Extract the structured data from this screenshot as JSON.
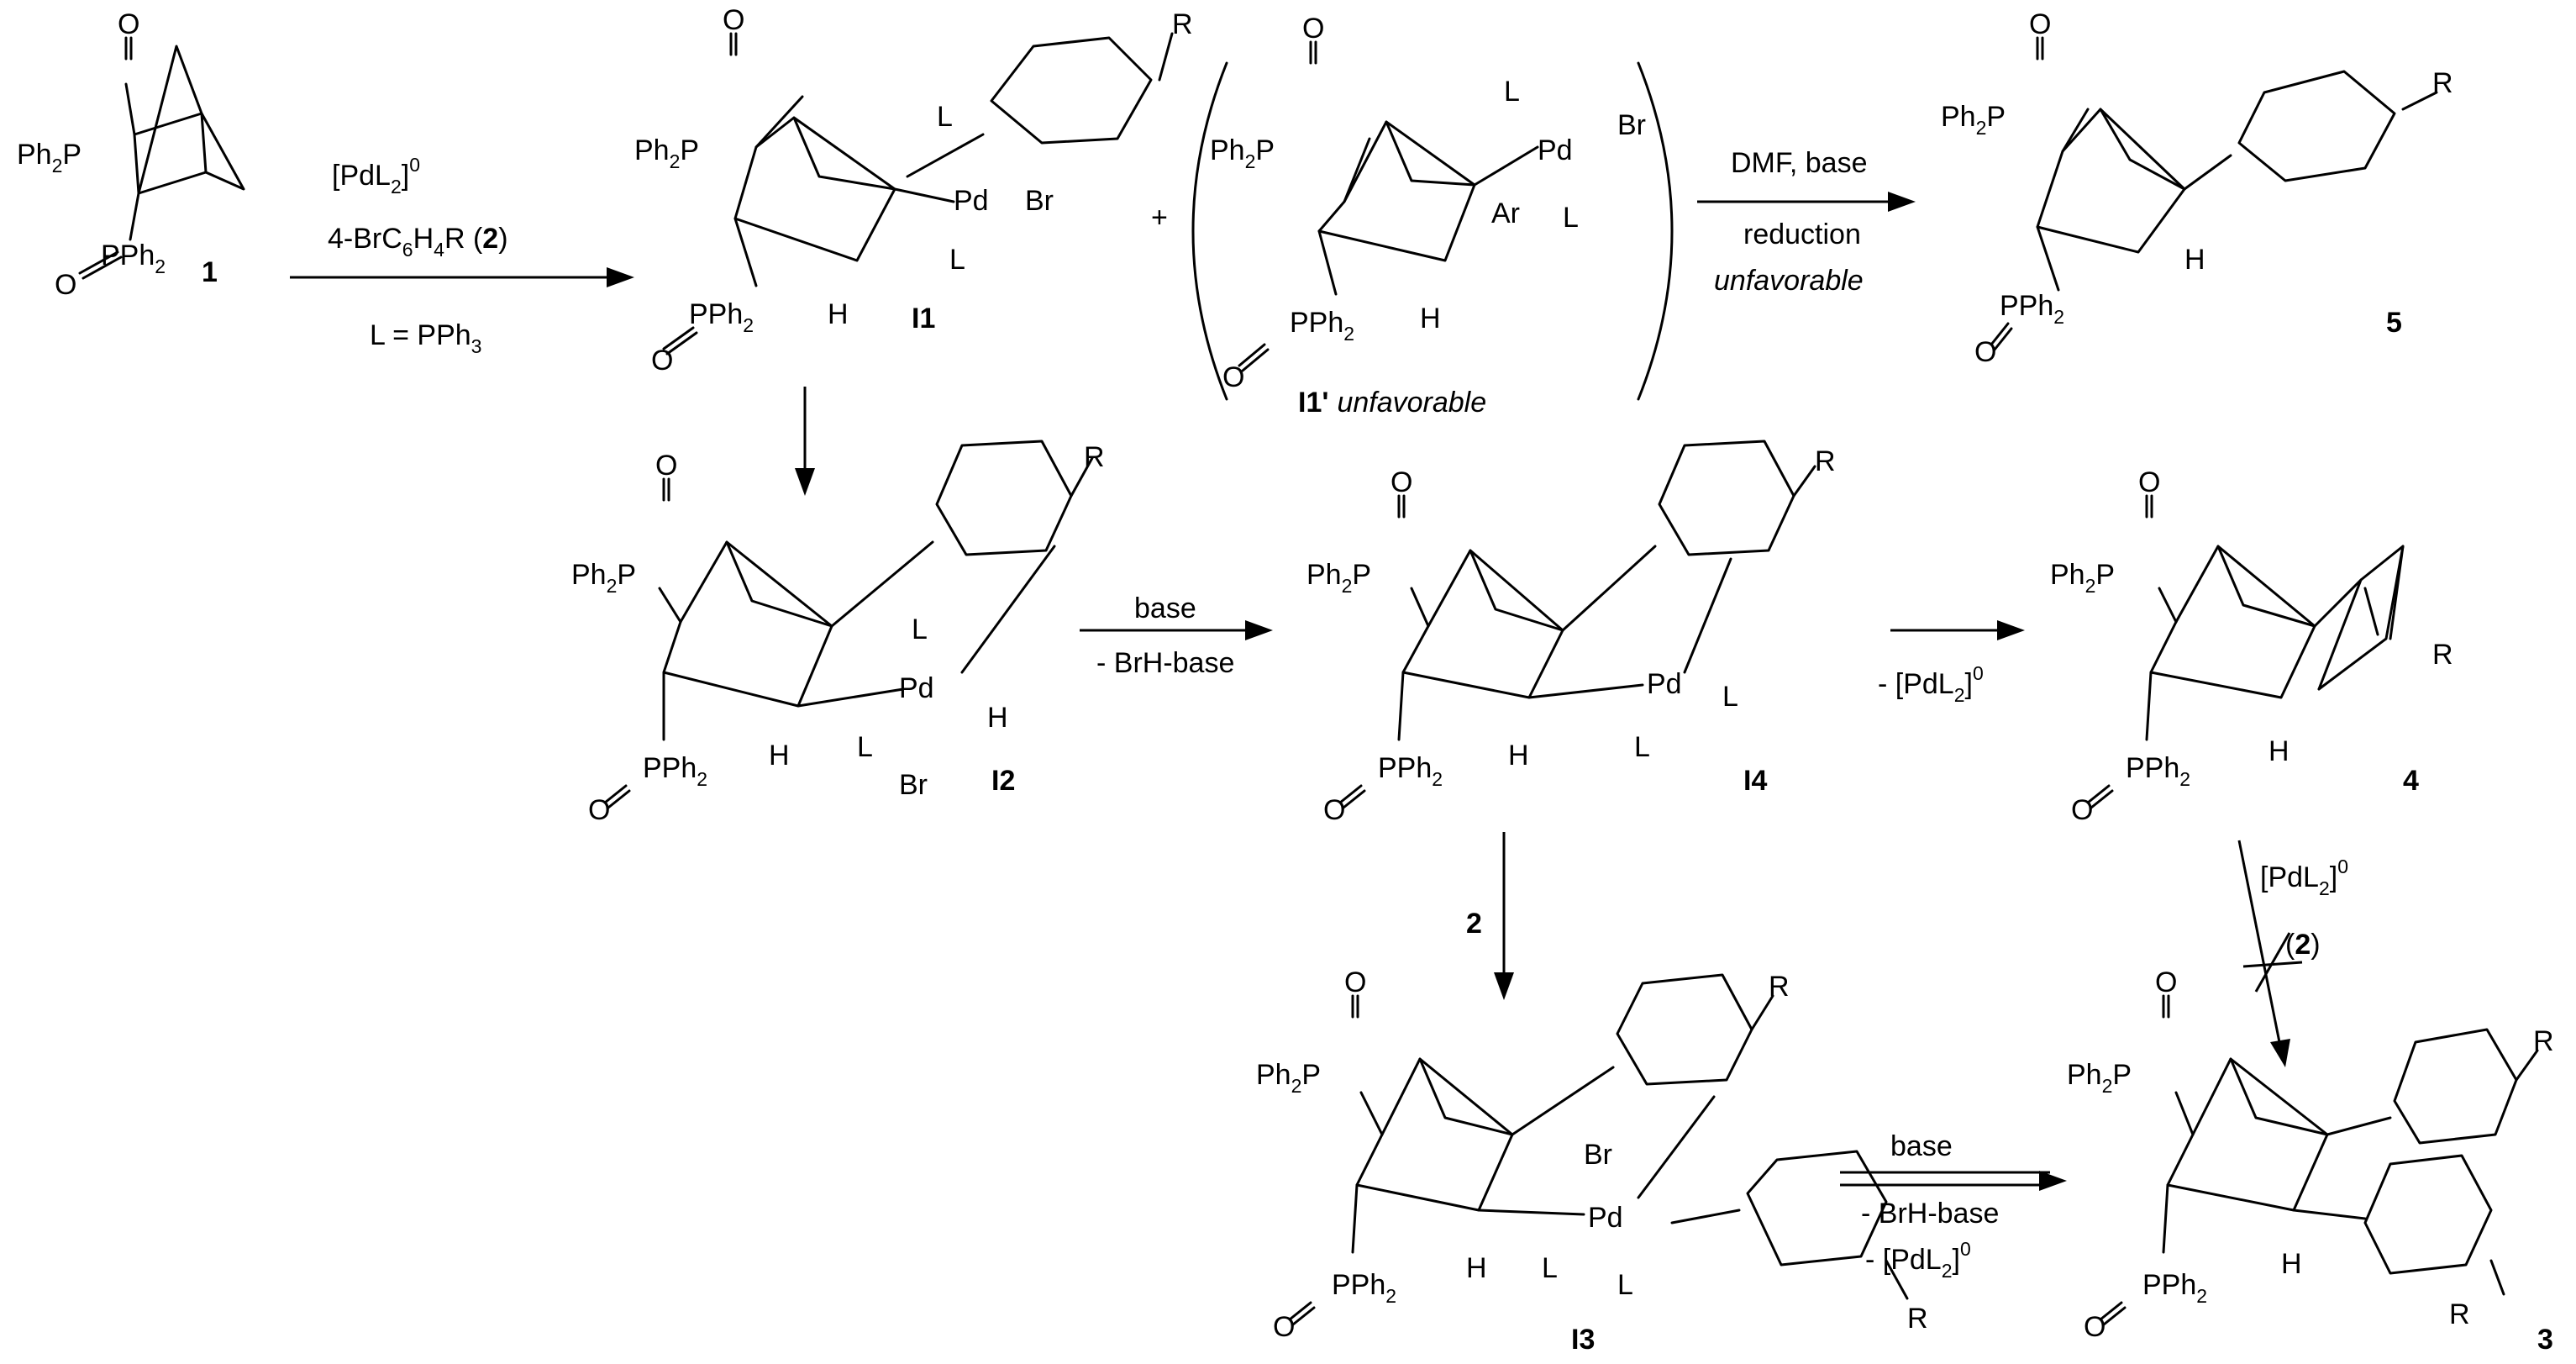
{
  "compounds": {
    "c1": {
      "label": "1"
    },
    "i1": {
      "label": "I1"
    },
    "i1p": {
      "label": "I1'",
      "note": "unfavorable"
    },
    "c5": {
      "label": "5"
    },
    "i2": {
      "label": "I2"
    },
    "i4": {
      "label": "I4"
    },
    "c4": {
      "label": "4"
    },
    "i3": {
      "label": "I3"
    },
    "c3": {
      "label": "3"
    }
  },
  "atoms": {
    "ph2p": "Ph",
    "p": "P",
    "pph2_p": "PPh",
    "two": "2",
    "o": "O",
    "pd": "Pd",
    "br": "Br",
    "l": "L",
    "h": "H",
    "r": "R",
    "ar": "Ar",
    "plus": "+"
  },
  "conditions": {
    "a1_line1_pre": "[PdL",
    "a1_line1_sub": "2",
    "a1_line1_post": "]",
    "a1_line1_sup": "0",
    "a1_line2_pre": "4-BrC",
    "a1_line2_sub1": "6",
    "a1_line2_mid": "H",
    "a1_line2_sub2": "4",
    "a1_line2_post1": "R (",
    "a1_line2_bold": "2",
    "a1_line2_post2": ")",
    "a1_line3_pre": "L = PPh",
    "a1_line3_sub": "3",
    "a2_line1": "DMF, base",
    "a2_line2": "reduction",
    "a2_line3": "unfavorable",
    "a3_line1": "base",
    "a3_line2": "- BrH-base",
    "a4_line1_pre": "- [PdL",
    "a4_line1_sub": "2",
    "a4_line1_post": "]",
    "a4_line1_sup": "0",
    "a5_label": "2",
    "a6_line1_pre": "[PdL",
    "a6_line1_sub": "2",
    "a6_line1_post": "]",
    "a6_line1_sup": "0",
    "a6_line2_pre": "(",
    "a6_line2_bold": "2",
    "a6_line2_post": ")",
    "a7_line1": "base",
    "a7_line2": "- BrH-base",
    "a7_line3_pre": "- [PdL",
    "a7_line3_sub": "2",
    "a7_line3_post": "]",
    "a7_line3_sup": "0"
  }
}
